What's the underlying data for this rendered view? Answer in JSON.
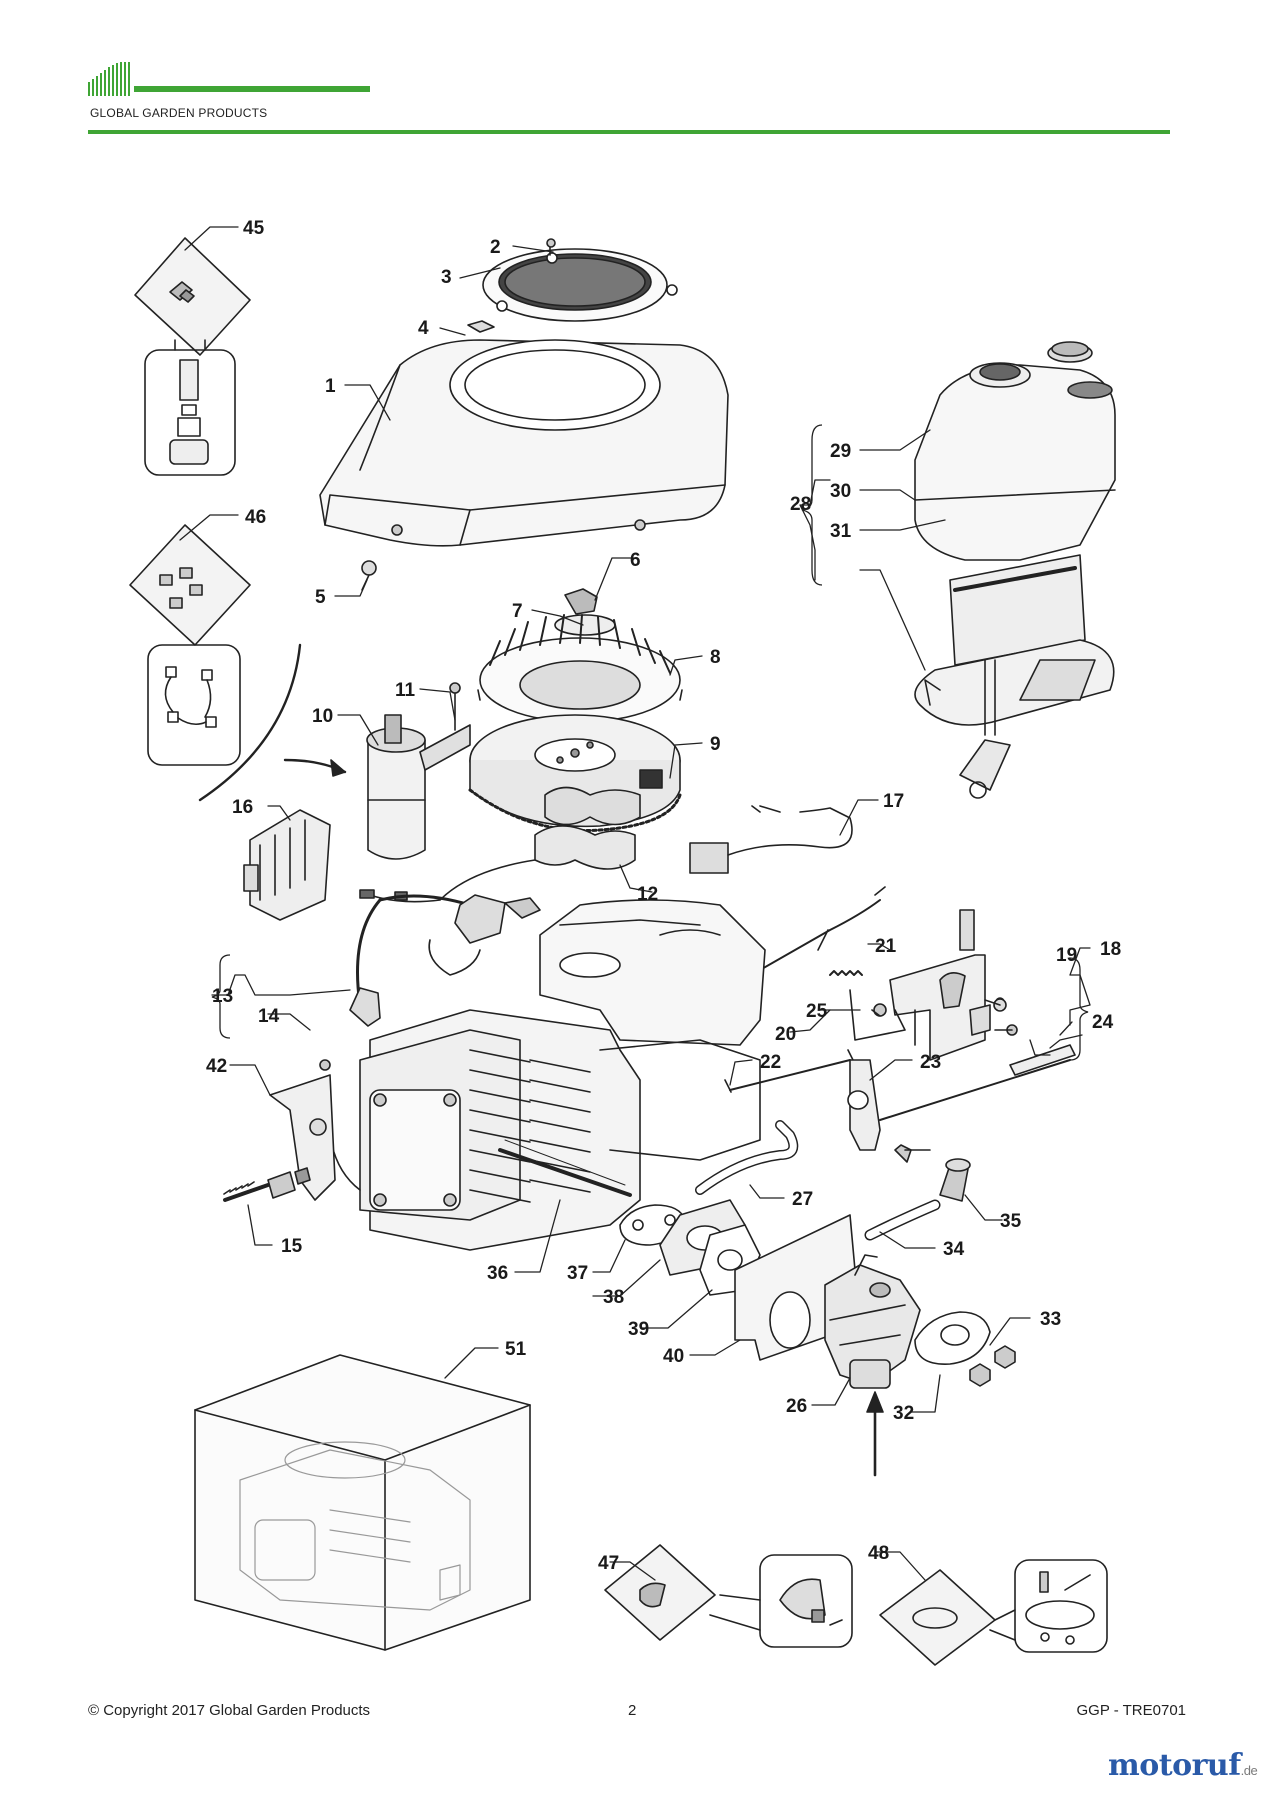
{
  "header": {
    "company": "GLOBAL GARDEN PRODUCTS",
    "brand_color": "#3fa535"
  },
  "diagram": {
    "callouts": [
      "45",
      "2",
      "3",
      "4",
      "1",
      "29",
      "30",
      "28",
      "31",
      "46",
      "6",
      "5",
      "7",
      "8",
      "11",
      "10",
      "9",
      "16",
      "17",
      "21",
      "12",
      "18",
      "19",
      "20",
      "13",
      "25",
      "14",
      "24",
      "42",
      "22",
      "23",
      "27",
      "35",
      "34",
      "15",
      "36",
      "37",
      "38",
      "39",
      "40",
      "33",
      "51",
      "26",
      "32",
      "47",
      "48"
    ]
  },
  "footer": {
    "copyright": "© Copyright 2017 Global Garden Products",
    "page_number": "2",
    "doc_code": "GGP - TRE0701"
  },
  "watermark": {
    "name": "motoruf",
    "tld": ".de",
    "color": "#2a5aa8"
  }
}
